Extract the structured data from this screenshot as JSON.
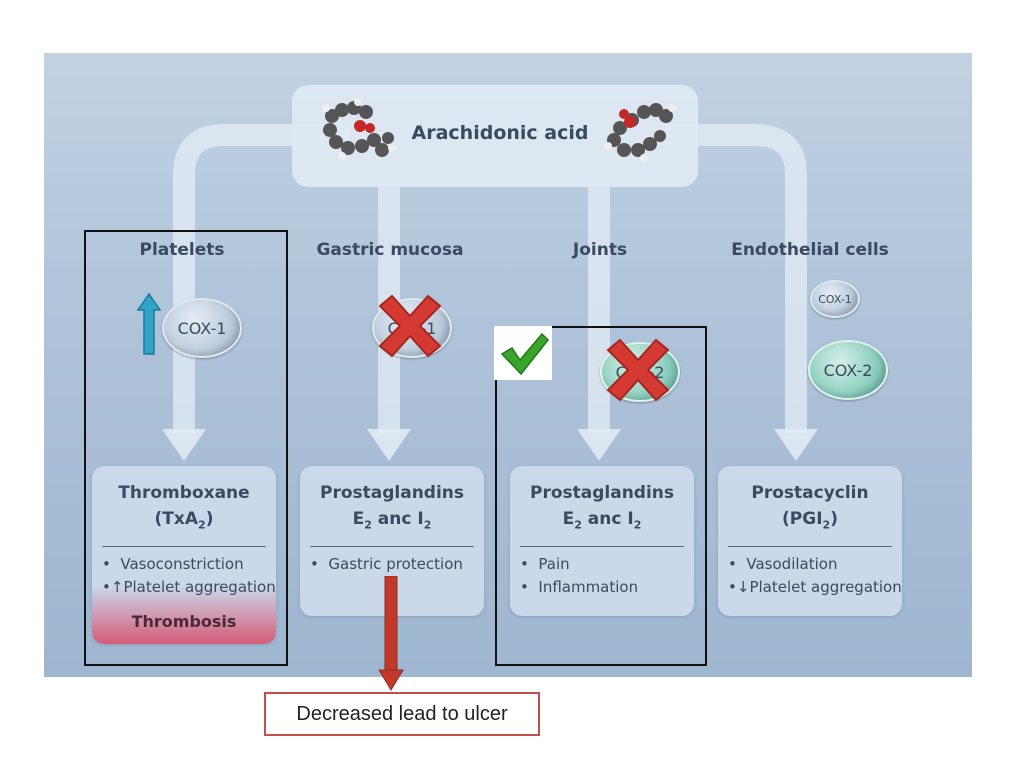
{
  "top": {
    "label": "Arachidonic acid"
  },
  "columns": [
    {
      "label": "Platelets",
      "enzyme": "COX-1",
      "product_line1": "Thromboxane",
      "product_line2_pre": "(TxA",
      "product_line2_sub": "2",
      "product_line2_post": ")",
      "bullets": [
        "Vasoconstriction",
        "Platelet aggregation"
      ],
      "bullet_arrows": [
        "",
        "↑"
      ],
      "outcome": "Thrombosis"
    },
    {
      "label": "Gastric mucosa",
      "enzyme": "COX-1",
      "product_line1": "Prostaglandins",
      "bullets": [
        "Gastric protection"
      ]
    },
    {
      "label": "Joints",
      "enzyme": "COX-2",
      "product_line1": "Prostaglandins",
      "bullets": [
        "Pain",
        "Inflammation"
      ]
    },
    {
      "label": "Endothelial cells",
      "enzyme_small": "COX-1",
      "enzyme": "COX-2",
      "product_line1": "Prostacyclin",
      "product_line2_pre": "(PGI",
      "product_line2_sub": "2",
      "product_line2_post": ")",
      "bullets": [
        "Vasodilation",
        "Platelet aggregation"
      ],
      "bullet_arrows": [
        "",
        "↓"
      ]
    }
  ],
  "prostaglandin_formula": {
    "e": "E",
    "sub1": "2",
    "mid": " anc I",
    "sub2": "2"
  },
  "annotation": {
    "text": "Decreased lead to ulcer"
  },
  "colors": {
    "cross": "#d43a32",
    "check": "#3aa52b",
    "up_arrow": "#2fa6c9",
    "down_arrow": "#c0392b",
    "annotation_border": "#c0504d"
  }
}
